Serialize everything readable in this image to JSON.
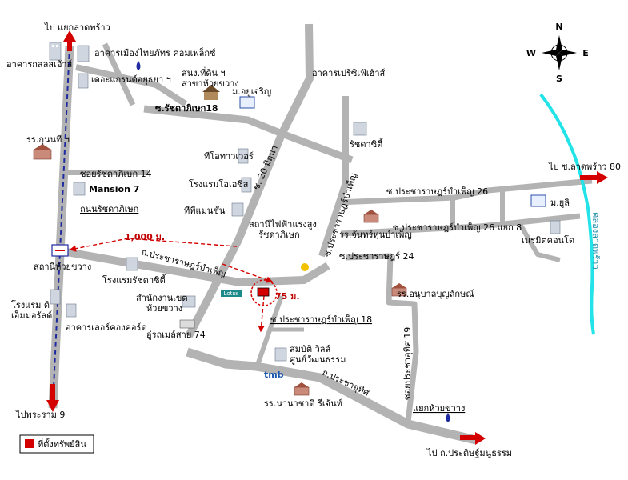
{
  "compass": {
    "n": "N",
    "s": "S",
    "e": "E",
    "w": "W"
  },
  "arrows": {
    "top_left": "ไป แยกลาดพร้าว",
    "bottom_left": "ไปพระราม 9",
    "right": "ไป ซ.ลาดพร้าว 80",
    "bottom_right": "ไป ถ.ประดิษฐ์มนูธรรม"
  },
  "roads": {
    "ratchada": "ถนนรัชดาภิเษก",
    "ratchada_14": "ซอยรัชดาภิเษก 14",
    "ratchada_18": "ซ.รัชดาภิเษก18",
    "vibhavadi": "ซ. 20 มิถุนา",
    "pracharat_bamphen_main": "ถ.ประชาราษฎร์บำเพ็ญ",
    "pracharat_bamphen_18": "ซ.ประชาราษฎร์บำเพ็ญ 18",
    "pracha_uthit": "ถ.ประชาอุทิศ",
    "pracharat_bamphen_20": "ซ.ประชาราษฎร์บำเพ็ญ",
    "pracharat_bamphen_26": "ซ.ประชาราษฎร์บำเพ็ญ 26",
    "pracharat_bamphen_26_8": "ซ.ประชาราษฎร์บำเพ็ญ 26 แยก 8",
    "pracharat_24": "ซ.ประชาราษฎร์ 24",
    "pracha_uthit_19": "ซอยประชาอุทิศ 19",
    "canal": "คลองลาดพร้าว"
  },
  "places": {
    "muang_thai": "อาคารเมืองไทยภัทร คอมเพล็กซ์",
    "sathorn": "อาคารกสลสเอ้าส์",
    "grand_ayutthaya": "เดอะแกรนด์อยุธยา ฯ",
    "school_kunnatee": "รร.กุนนที ฯ",
    "mansion7": "Mansion 7",
    "land_office": "สนง.ที่ดิน ฯ\nสาขาห้วยขวาง",
    "ayu_charoen": "ม.อยู่เจริญ",
    "pearl": "อาคารเปรีซิเฟ้เฮ้าส์",
    "ratchada_city": "รัชดาซิตี้",
    "it_tower": "ทีโอทาวเวอร์",
    "hotel_oasis": "โรงแรมโอเอซิส",
    "tp_mansion": "ทีพีแมนชั่น",
    "station_huaikhwang": "สถานีห้วยขวาง",
    "hotel_ratchada_city": "โรงแรมรัชดาซิตี้",
    "huai_khwang_office": "สำนักงานเขต\nห้วยขวาง",
    "urai_73": "อู่รถเมล์สาย 74",
    "hotel_de_mall": "โรงแรม ดิ\nเอ็มมอรัลด์",
    "concord": "อาคารเลอร์คองคอร์ด",
    "substation": "สถานีไฟฟ้าแรงสูง\nรัชดาภิเษก",
    "lotus": "Lotus",
    "sam_villa": "สมบัติ วิลล์\nศูนย์วัฒนธรรม",
    "school_chan": "รร.จันทร์หุ่นบำเพ็ญ",
    "school_anuban": "รร.อนุบาลบุญลักษณ์",
    "school_nanachart": "รร.นานาชาติ รีเจ้นท์",
    "yaek_huai_khwang": "แยกห้วยขวาง",
    "m_uli": "ม.ยูลิ",
    "nirvana_condo": "เนรมิตคอนโด",
    "tmb": "tmb"
  },
  "distances": {
    "d1000": "1,000 ม.",
    "d75": "75 ม."
  },
  "legend": {
    "label": "ที่ตั้งทรัพย์สิน"
  },
  "colors": {
    "road": "#b3b3b3",
    "red": "#d40000",
    "canal": "#22e3e8",
    "navy": "#1f2aa0"
  }
}
